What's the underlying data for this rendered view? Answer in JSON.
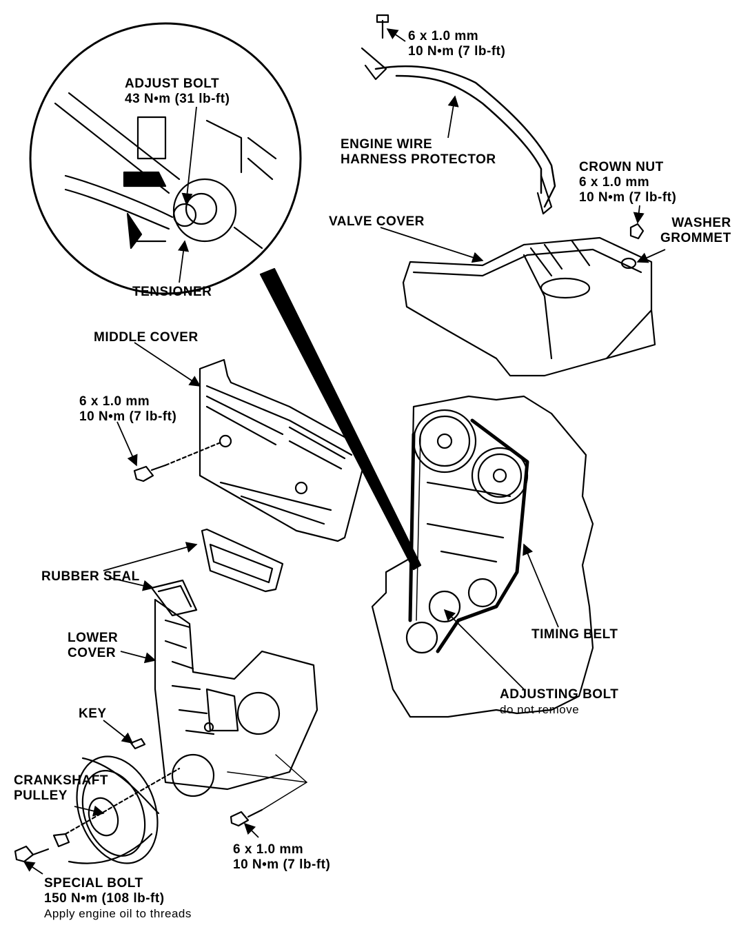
{
  "labels": {
    "adjust_bolt": {
      "name": "ADJUST BOLT",
      "spec": "43 N•m (31 lb-ft)"
    },
    "tensioner": "TENSIONER",
    "harness_bolt": {
      "size": "6 x 1.0 mm",
      "torque": "10 N•m (7 lb-ft)"
    },
    "harness_protector": {
      "line1": "ENGINE WIRE",
      "line2": "HARNESS PROTECTOR"
    },
    "crown_nut": {
      "name": "CROWN NUT",
      "size": "6 x 1.0 mm",
      "torque": "10 N•m (7 lb-ft)"
    },
    "washer_grommet": {
      "line1": "WASHER",
      "line2": "GROMMET"
    },
    "valve_cover": "VALVE COVER",
    "middle_cover": "MIDDLE COVER",
    "middle_cover_bolt": {
      "size": "6 x 1.0 mm",
      "torque": "10 N•m (7 lb-ft)"
    },
    "rubber_seal": "RUBBER SEAL",
    "lower_cover": {
      "line1": "LOWER",
      "line2": "COVER"
    },
    "key": "KEY",
    "crankshaft_pulley": {
      "line1": "CRANKSHAFT",
      "line2": "PULLEY"
    },
    "timing_belt": "TIMING BELT",
    "adjusting_bolt": {
      "name": "ADJUSTING BOLT",
      "note": "do not remove"
    },
    "lower_cover_bolt": {
      "size": "6 x 1.0 mm",
      "torque": "10 N•m (7 lb-ft)"
    },
    "special_bolt": {
      "name": "SPECIAL BOLT",
      "torque": "150 N•m (108 lb-ft)",
      "note": "Apply engine oil to threads"
    }
  }
}
